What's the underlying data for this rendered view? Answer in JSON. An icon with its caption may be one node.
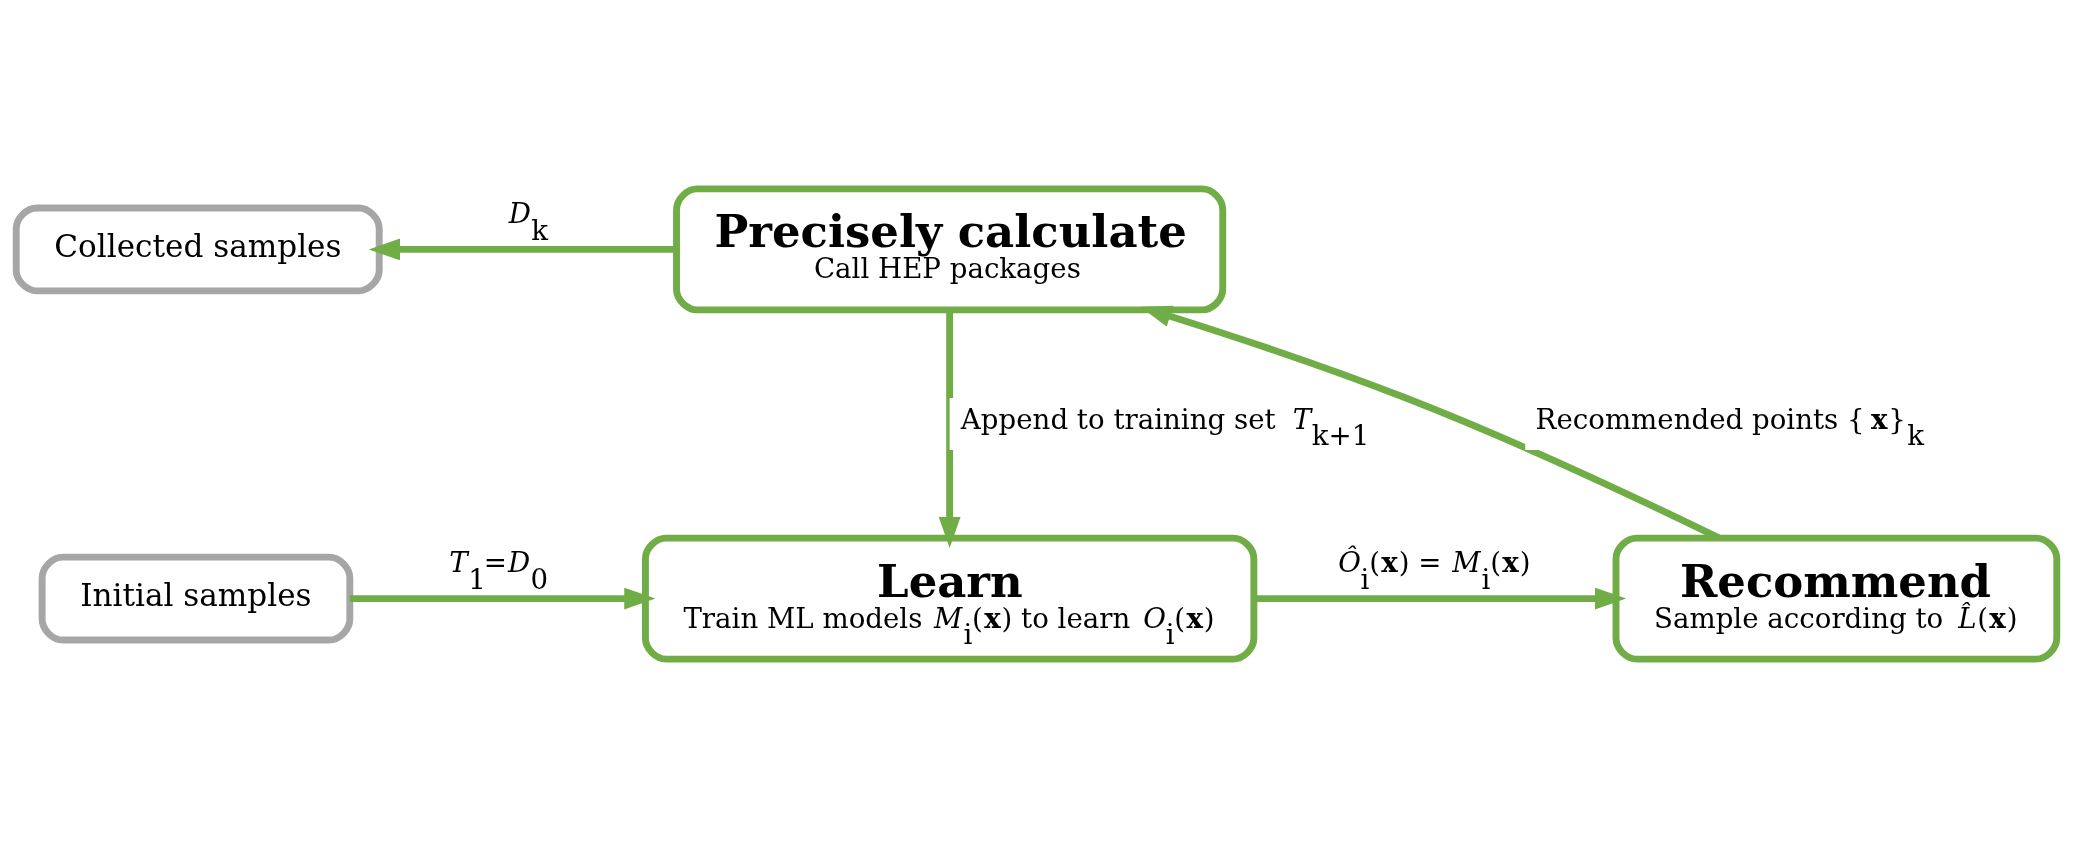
{
  "diagram": {
    "nodes": [
      {
        "text": [
          "Collected samples"
        ]
      },
      {
        "text": [
          "Precisely calculate",
          "Call HEP packages"
        ]
      },
      {
        "text": [
          "Initial samples"
        ]
      },
      {
        "text": [
          "Learn",
          "Train ML models *M*$_{i}$(**x**) to learn *O*$_{i}$(**x**)"
        ]
      },
      {
        "text": [
          "Recommend",
          "Sample according to *L̂*(**x**)"
        ]
      }
    ],
    "edges": [
      {
        "from": 1,
        "to": 0,
        "arrow": "to",
        "label": "*D*$_{k}$"
      },
      {
        "from": 1,
        "to": 3,
        "arrow": "to",
        "label": "Append to training set *T*$_{k+1}$"
      },
      {
        "from": 2,
        "to": 3,
        "arrow": "to",
        "label": "*T*$_{1}$=*D*$_{0}$"
      },
      {
        "from": 3,
        "to": 4,
        "arrow": "to",
        "label": "*Ô*$_{i}$(**x**) = *M*$_{i}$(**x**)"
      },
      {
        "from": 4,
        "to": 1,
        "arrow": "to",
        "label": "Recommended points {**x**}$_{k}$"
      }
    ]
  }
}
